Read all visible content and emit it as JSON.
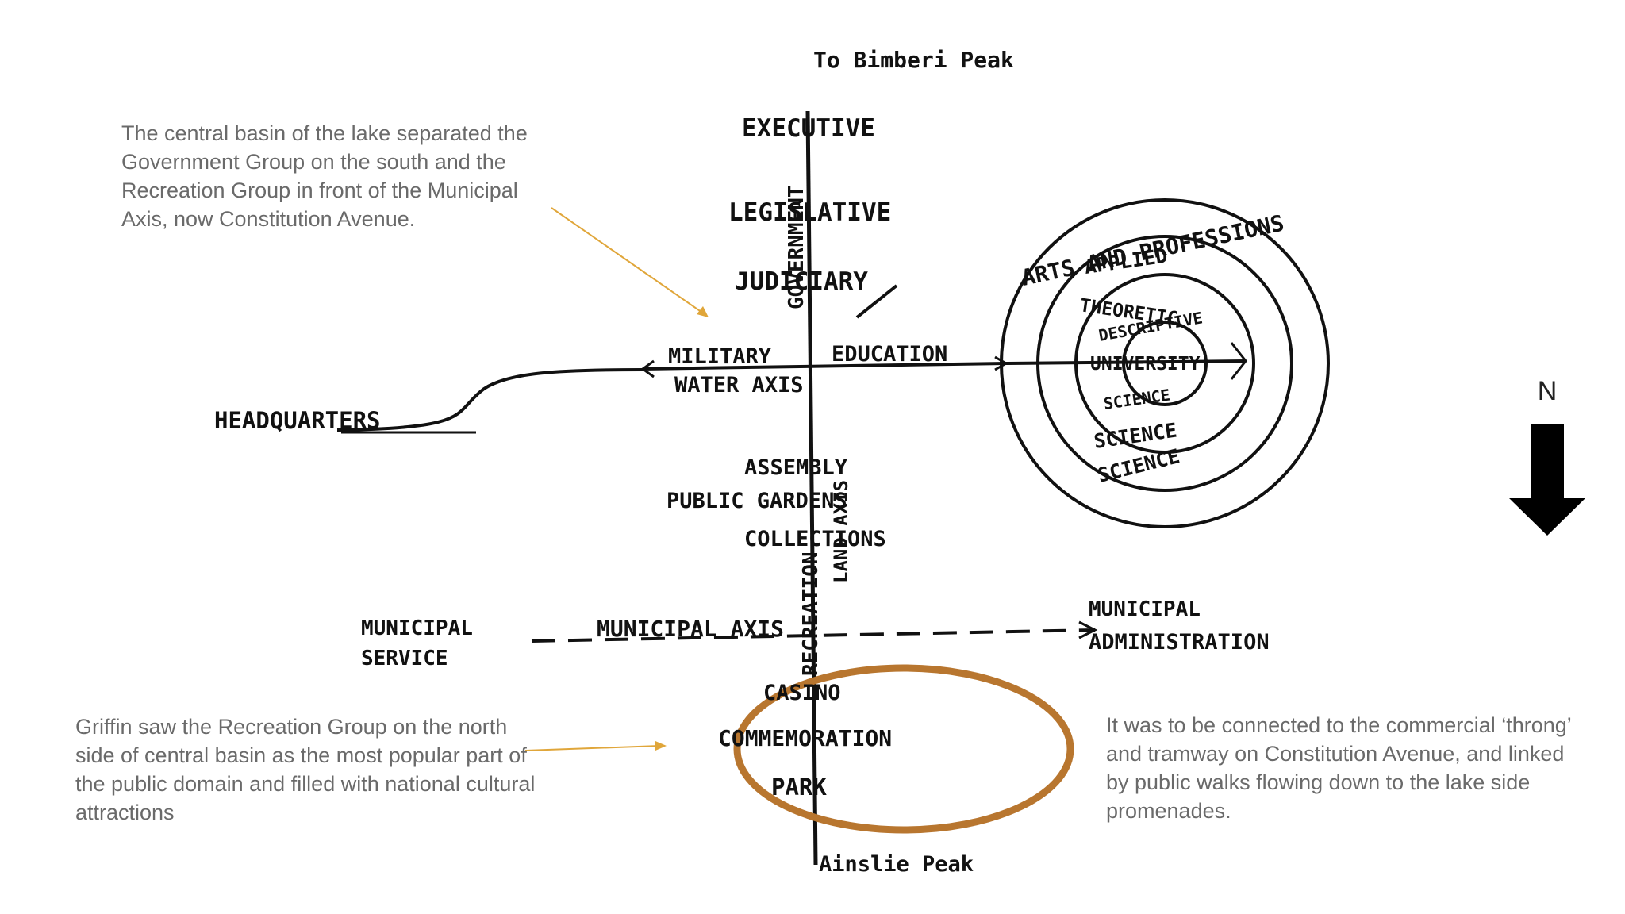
{
  "notes": {
    "top": "The central basin of the lake separated the Government Group on the south and the Recreation Group in front of the Municipal Axis, now Constitution Avenue.",
    "left": "Griffin saw the Recreation Group on the north side of central basin as the most popular part of the public domain and filled with national cultural attractions",
    "right": "It was to be connected to the commercial ‘throng’ and tramway on Constitution Avenue, and linked by public walks flowing down to the lake side promenades."
  },
  "sketch": {
    "top_peak": "To Bimberi Peak",
    "bottom_peak": "Ainslie Peak",
    "executive": "EXECUTIVE",
    "legislative": "LEGISLATIVE",
    "judiciary": "JUDICIARY",
    "government_axis": "GOVERNMENT",
    "military": "MILITARY",
    "education": "EDUCATION",
    "water_axis": "WATER AXIS",
    "headquarters": "HEADQUARTERS",
    "arts_professions": "ARTS AND PROFESSIONS",
    "applied": "APPLIED",
    "theoretic": "THEORETIC",
    "descriptive": "DESCRIPTIVE",
    "university": "UNIVERSITY",
    "science_1": "SCIENCE",
    "science_2": "SCIENCE",
    "science_3": "SCIENCE",
    "assembly": "ASSEMBLY",
    "public_gardens": "PUBLIC GARDENS",
    "collections": "COLLECTIONS",
    "land_axis": "LAND AXIS",
    "recreation_axis": "RECREATION",
    "municipal_service_1": "MUNICIPAL",
    "municipal_service_2": "SERVICE",
    "municipal_axis": "MUNICIPAL AXIS",
    "municipal_admin_1": "MUNICIPAL",
    "municipal_admin_2": "ADMINISTRATION",
    "casino": "CASINO",
    "commemoration": "COMMEMORATION",
    "park": "PARK"
  },
  "compass": {
    "label": "N"
  },
  "colors": {
    "highlight": "#b8762f",
    "arrow": "#e0a63a",
    "ink": "#111111",
    "note_text": "#6a6a6a"
  }
}
